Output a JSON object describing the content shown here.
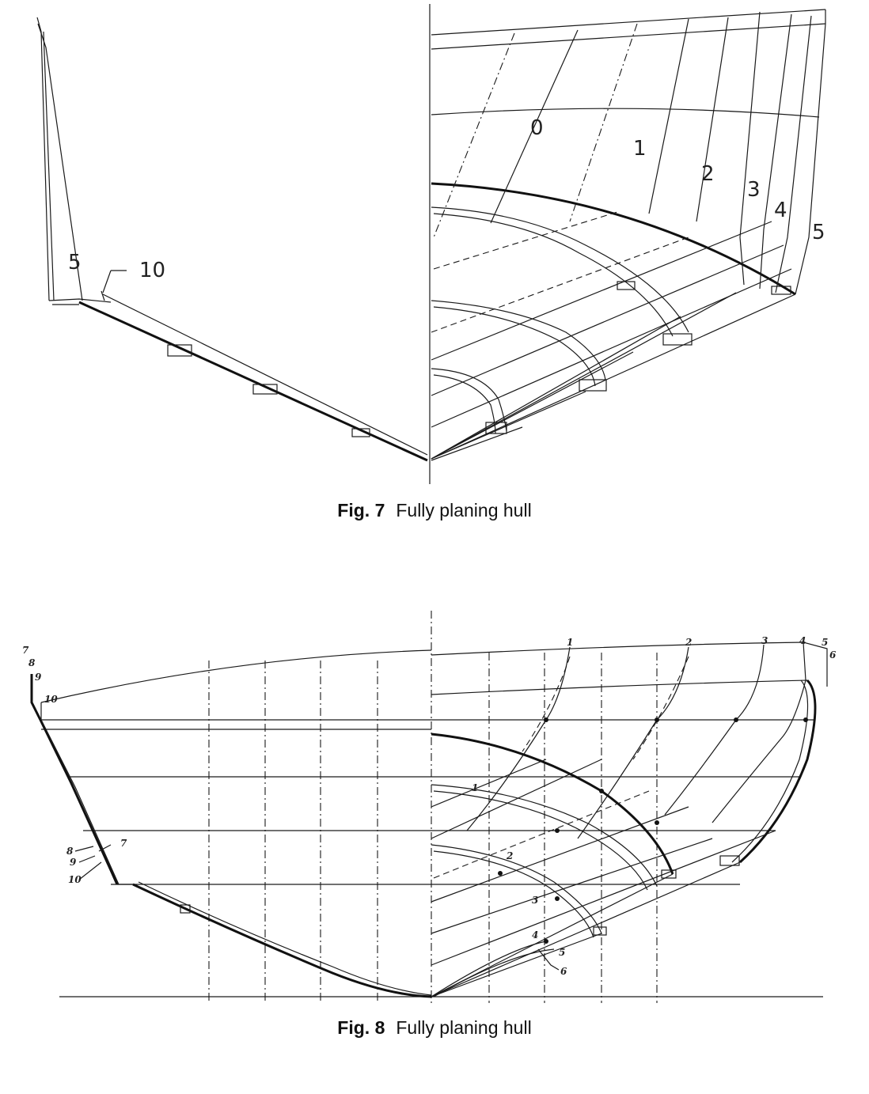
{
  "figures": [
    {
      "id": "fig7",
      "caption_number": "Fig. 7",
      "caption_text": "Fully planing hull",
      "labels_left": [
        "5",
        "10"
      ],
      "labels_right": [
        "0",
        "1",
        "2",
        "3",
        "4",
        "5"
      ]
    },
    {
      "id": "fig8",
      "caption_number": "Fig. 8",
      "caption_text": "Fully planing hull",
      "labels_left_top": [
        "7",
        "8",
        "9",
        "10"
      ],
      "labels_left_chine": [
        "8",
        "7",
        "9",
        "10"
      ],
      "labels_top": [
        "1",
        "2",
        "3",
        "4",
        "5",
        "6"
      ],
      "labels_inner": [
        "1",
        "2",
        "3",
        "4",
        "5",
        "6"
      ]
    }
  ]
}
